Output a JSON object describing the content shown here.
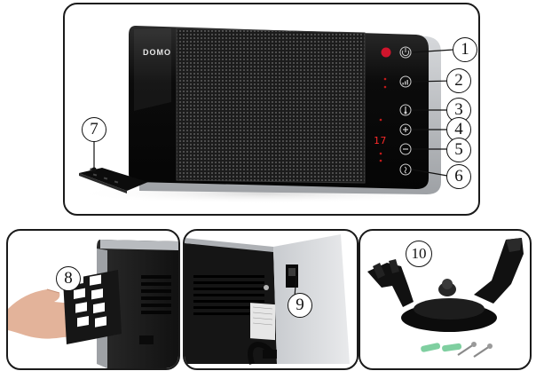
{
  "brand": {
    "logo_text": "DOMO"
  },
  "heater_display": {
    "temperature": "17"
  },
  "callouts": {
    "c1": "1",
    "c2": "2",
    "c3": "3",
    "c4": "4",
    "c5": "5",
    "c6": "6",
    "c7": "7",
    "c8": "8",
    "c9": "9",
    "c10": "10"
  },
  "colors": {
    "body": "#0d0d0d",
    "frame": "#b9bcc0",
    "led": "#ff2a2a",
    "outline": "#1a1a1a"
  },
  "icons": {
    "power": "power-icon",
    "fan": "fan-level-icon",
    "thermometer": "thermometer-icon",
    "plus": "plus-icon",
    "minus": "minus-icon",
    "timer": "timer-icon"
  }
}
